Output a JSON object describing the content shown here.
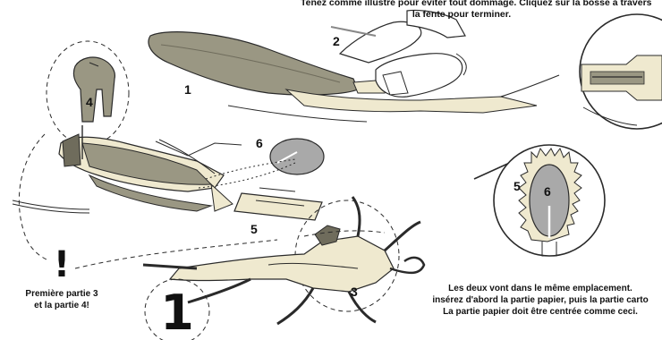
{
  "instructions": {
    "top_note_line1": "Tenez comme illustré pour éviter tout dommage. Cliquez sur la bosse à travers",
    "top_note_line2": "la fente pour terminer.",
    "right_note_line1": "Les deux vont dans le même emplacement.",
    "right_note_line2": "insérez d'abord la partie papier, puis la partie carto",
    "right_note_line3": "La partie papier doit être centrée comme ceci.",
    "left_note_line1": "Première partie 3",
    "left_note_line2": "et la partie 4!",
    "exclamation": "!",
    "step_number": "1"
  },
  "part_labels": {
    "p1": "1",
    "p2": "2",
    "p3": "3",
    "p4": "4",
    "p5": "5",
    "p6": "6",
    "detail_5": "5",
    "detail_6": "6"
  },
  "colors": {
    "part_cream": "#efe9cf",
    "part_dark": "#9a9783",
    "part_shadow": "#6f6c5c",
    "disc_gray": "#a9a9a9",
    "outline": "#2a2a2a"
  },
  "icons": [
    "hand-fingers-icon",
    "exclamation-icon"
  ]
}
